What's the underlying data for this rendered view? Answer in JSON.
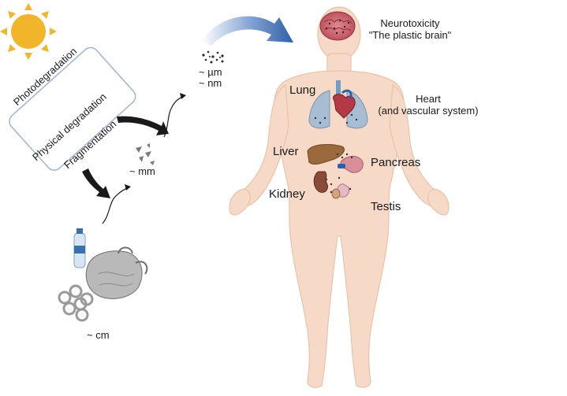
{
  "process": {
    "steps": [
      "Photodegradation",
      "Physical degradation",
      "Fragmentation"
    ]
  },
  "sizes": {
    "cm": "~ cm",
    "mm": "~ mm",
    "micro": "~ µm",
    "nano": "~ nm"
  },
  "brain": {
    "line1": "Neurotoxicity",
    "line2": "\"The plastic brain\""
  },
  "heart": {
    "line1": "Heart",
    "line2": "(and vascular system)"
  },
  "organs": {
    "lung": "Lung",
    "liver": "Liver",
    "kidney": "Kidney",
    "pancreas": "Pancreas",
    "testis": "Testis"
  },
  "colors": {
    "sun": "#f2b52a",
    "skin": "#f6d9c7",
    "skin_edge": "#e9c3aa",
    "box_border": "#9fb4d6",
    "arrow_dark": "#1a1a1a",
    "arrow_blue": "#2f5fa8",
    "lung": "#a7bdd3",
    "liver": "#9b6a3c",
    "kidney": "#8a4a3a",
    "pancreas": "#d78f9a",
    "brain": "#c45a63"
  },
  "icons": [
    "sun-icon",
    "plastic-bottle-icon",
    "plastic-bag-icon",
    "six-pack-rings-icon",
    "plastic-fragments-icon",
    "particles-icon",
    "brain-icon",
    "heart-icon",
    "lung-icon",
    "liver-icon",
    "kidney-icon",
    "pancreas-icon",
    "testis-icon"
  ]
}
